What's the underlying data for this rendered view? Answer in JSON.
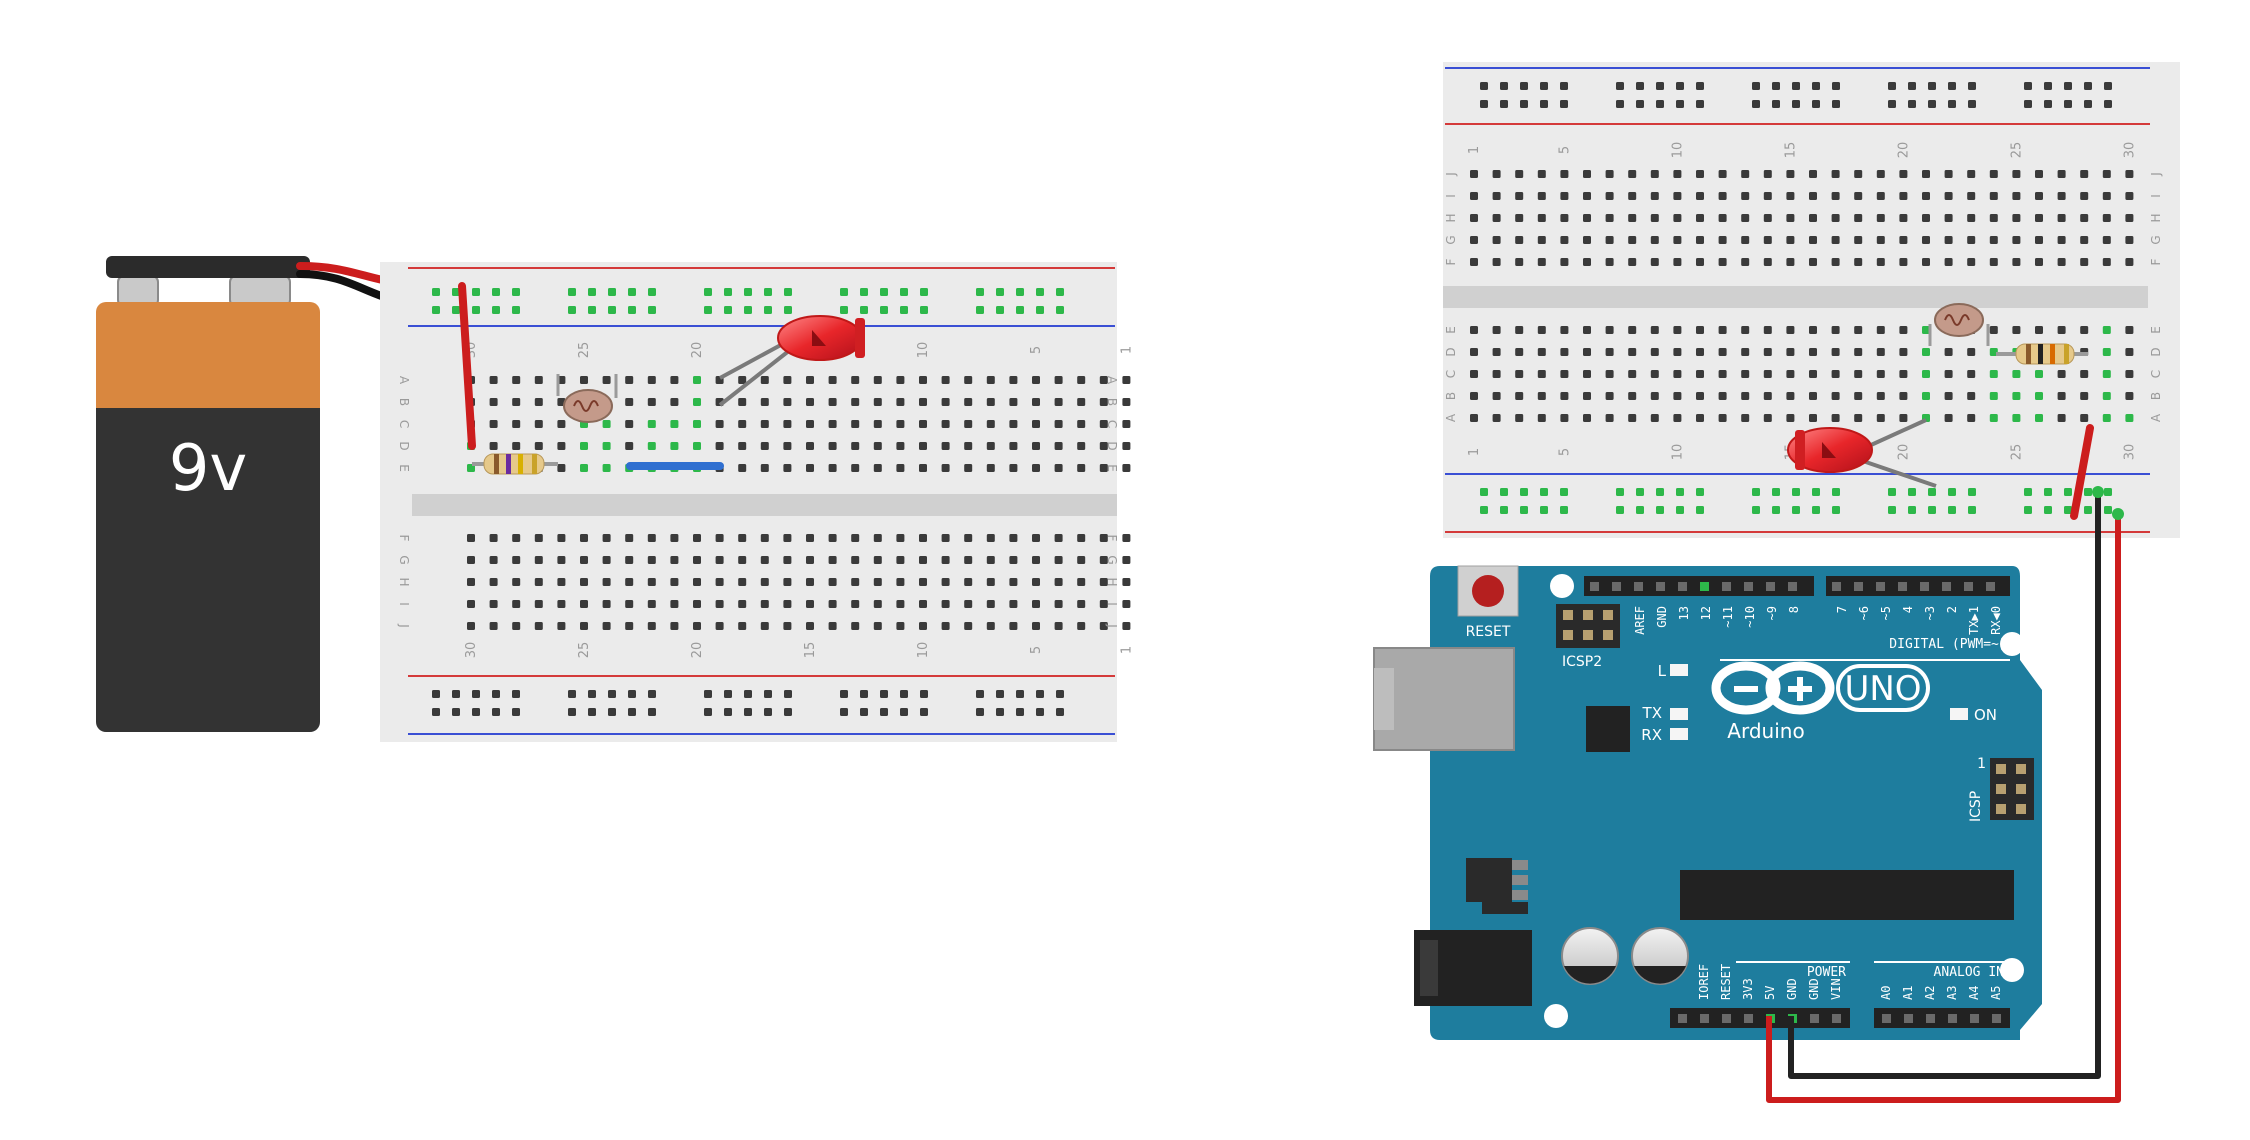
{
  "battery": {
    "label": "9v"
  },
  "breadboard_left": {
    "row_letters_top": [
      "A",
      "B",
      "C",
      "D",
      "E"
    ],
    "row_letters_bottom": [
      "F",
      "G",
      "H",
      "I",
      "J"
    ],
    "col_numbers": [
      "30",
      "25",
      "20",
      "15",
      "10",
      "5",
      "1"
    ]
  },
  "breadboard_right": {
    "row_letters_top": [
      "J",
      "I",
      "H",
      "G",
      "F"
    ],
    "row_letters_bottom": [
      "E",
      "D",
      "C",
      "B",
      "A"
    ],
    "col_numbers": [
      "1",
      "5",
      "10",
      "15",
      "20",
      "25",
      "30"
    ]
  },
  "arduino": {
    "logo_text": "Arduino",
    "model": "UNO",
    "reset_label": "RESET",
    "icsp2_label": "ICSP2",
    "icsp_label": "ICSP",
    "icsp_pin1": "1",
    "led_l": "L",
    "led_tx": "TX",
    "led_rx": "RX",
    "led_on": "ON",
    "digital_label": "DIGITAL (PWM=~)",
    "power_label": "POWER",
    "analog_label": "ANALOG IN",
    "top_pins": [
      "AREF",
      "GND",
      "13",
      "12",
      "~11",
      "~10",
      "~9",
      "8",
      "7",
      "~6",
      "~5",
      "4",
      "~3",
      "2",
      "TX▶1",
      "RX◀0"
    ],
    "power_pins": [
      "IOREF",
      "RESET",
      "3V3",
      "5V",
      "GND",
      "GND",
      "VIN"
    ],
    "analog_pins": [
      "A0",
      "A1",
      "A2",
      "A3",
      "A4",
      "A5"
    ]
  },
  "colors": {
    "board_blue": "#1e7d9e",
    "wire_red": "#cc1d1d",
    "wire_black": "#222222",
    "wire_blue": "#2f6fd0",
    "led_red": "#e8262a",
    "breadboard": "#ebebeb"
  }
}
